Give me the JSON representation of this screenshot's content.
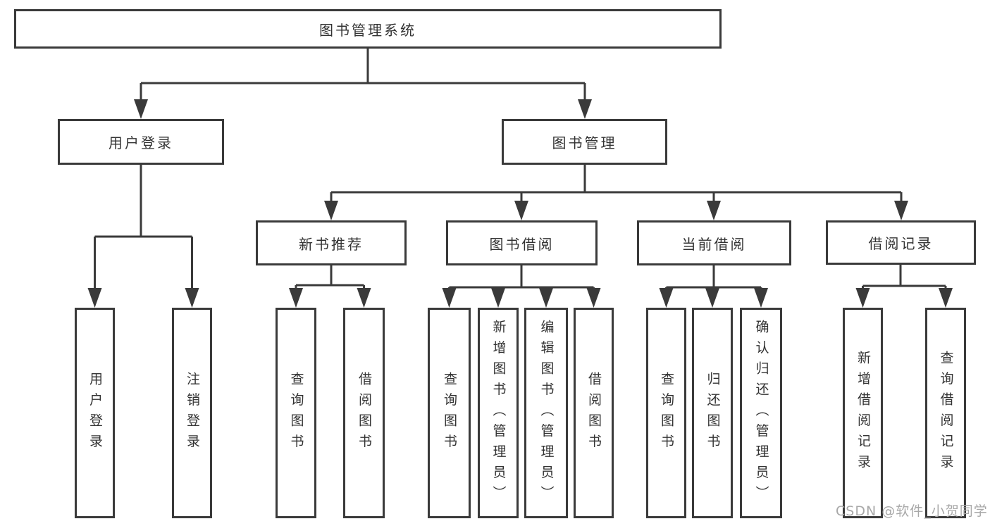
{
  "title_node": "图书管理系统",
  "branches": [
    {
      "label": "用户登录",
      "leaves": [
        "用户登录",
        "注销登录"
      ]
    },
    {
      "label": "图书管理",
      "groups": [
        {
          "label": "新书推荐",
          "leaves": [
            "查询图书",
            "借阅图书"
          ]
        },
        {
          "label": "图书借阅",
          "leaves": [
            "查询图书",
            "新增图书（管理员）",
            "编辑图书（管理员）",
            "借阅图书"
          ]
        },
        {
          "label": "当前借阅",
          "leaves": [
            "查询图书",
            "归还图书",
            "确认归还（管理员）"
          ]
        },
        {
          "label": "借阅记录",
          "leaves": [
            "新增借阅记录",
            "查询借阅记录"
          ]
        }
      ]
    }
  ],
  "watermark": "CSDN @软件_小贺同学",
  "colors": {
    "line": "#3a3a3a",
    "text": "#333333",
    "watermark": "#a8a8a8",
    "background": "#ffffff"
  }
}
